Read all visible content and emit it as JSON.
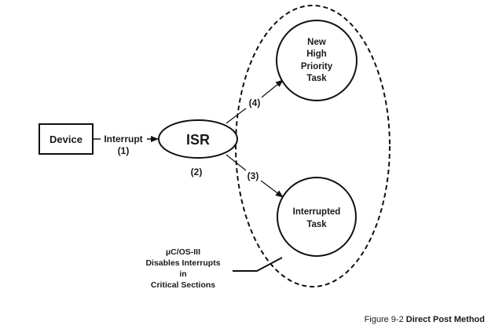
{
  "diagram": {
    "device": {
      "label": "Device"
    },
    "interrupt_edge": {
      "label": "Interrupt",
      "step": "(1)"
    },
    "isr": {
      "label": "ISR",
      "step": "(2)"
    },
    "high_priority_task": {
      "lines": [
        "New",
        "High",
        "Priority",
        "Task"
      ]
    },
    "interrupted_task": {
      "lines": [
        "Interrupted",
        "Task"
      ]
    },
    "edge_to_high_priority": {
      "step": "(4)"
    },
    "edge_to_interrupted": {
      "step": "(3)"
    },
    "critical_section_note": {
      "lines": [
        "µC/OS-III",
        "Disables Interrupts",
        "in",
        "Critical Sections"
      ]
    }
  },
  "caption": {
    "prefix": "Figure 9-2 ",
    "title": "Direct Post Method"
  }
}
